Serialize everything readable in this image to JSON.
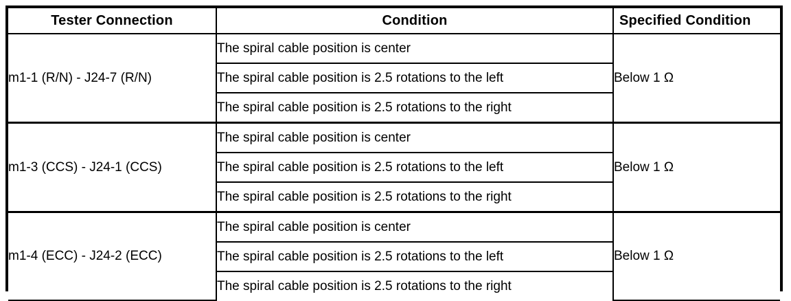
{
  "table": {
    "headers": {
      "connection": "Tester Connection",
      "condition": "Condition",
      "specified": "Specified Condition"
    },
    "groups": [
      {
        "connection": "m1-1 (R/N) - J24-7 (R/N)",
        "specified": "Below 1 Ω",
        "conditions": [
          "The spiral cable position is center",
          "The spiral cable position is 2.5 rotations to the left",
          "The spiral cable position is 2.5 rotations to the right"
        ]
      },
      {
        "connection": "m1-3 (CCS) - J24-1 (CCS)",
        "specified": "Below 1 Ω",
        "conditions": [
          "The spiral cable position is center",
          "The spiral cable position is 2.5 rotations to the left",
          "The spiral cable position is 2.5 rotations to the right"
        ]
      },
      {
        "connection": "m1-4 (ECC) - J24-2 (ECC)",
        "specified": "Below 1 Ω",
        "conditions": [
          "The spiral cable position is center",
          "The spiral cable position is 2.5 rotations to the left",
          "The spiral cable position is 2.5 rotations to the right"
        ]
      }
    ]
  },
  "colors": {
    "border": "#000000",
    "text": "#000000",
    "background": "#ffffff"
  }
}
